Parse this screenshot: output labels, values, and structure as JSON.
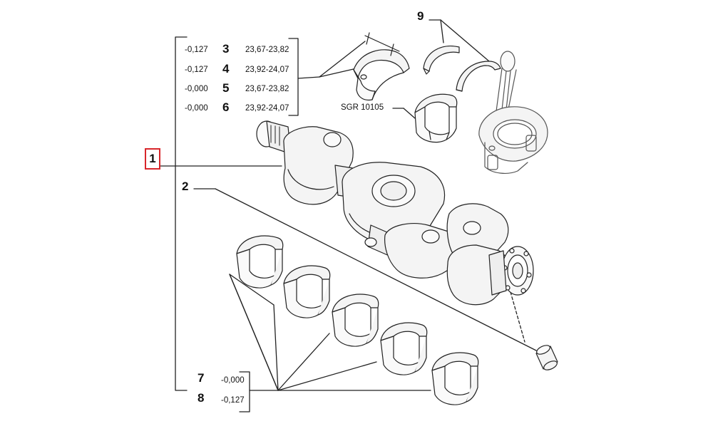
{
  "callout_main": {
    "number": "1",
    "highlight_color": "#d8262b"
  },
  "table_top": {
    "rows": [
      {
        "offset": "-0,127",
        "part": "3",
        "range": "23,67-23,82"
      },
      {
        "offset": "-0,127",
        "part": "4",
        "range": "23,92-24,07"
      },
      {
        "offset": "-0,000",
        "part": "5",
        "range": "23,67-23,82"
      },
      {
        "offset": "-0,000",
        "part": "6",
        "range": "23,92-24,07"
      }
    ]
  },
  "table_bottom": {
    "rows": [
      {
        "part": "7",
        "offset": "-0,000"
      },
      {
        "part": "8",
        "offset": "-0,127"
      }
    ]
  },
  "callout_2": "2",
  "callout_9": "9",
  "tool_label": "SGR 10105",
  "icons": [
    "crankshaft-icon",
    "bearing-shell-icon",
    "thrust-washer-icon",
    "connecting-rod-icon",
    "dowel-pin-icon"
  ]
}
